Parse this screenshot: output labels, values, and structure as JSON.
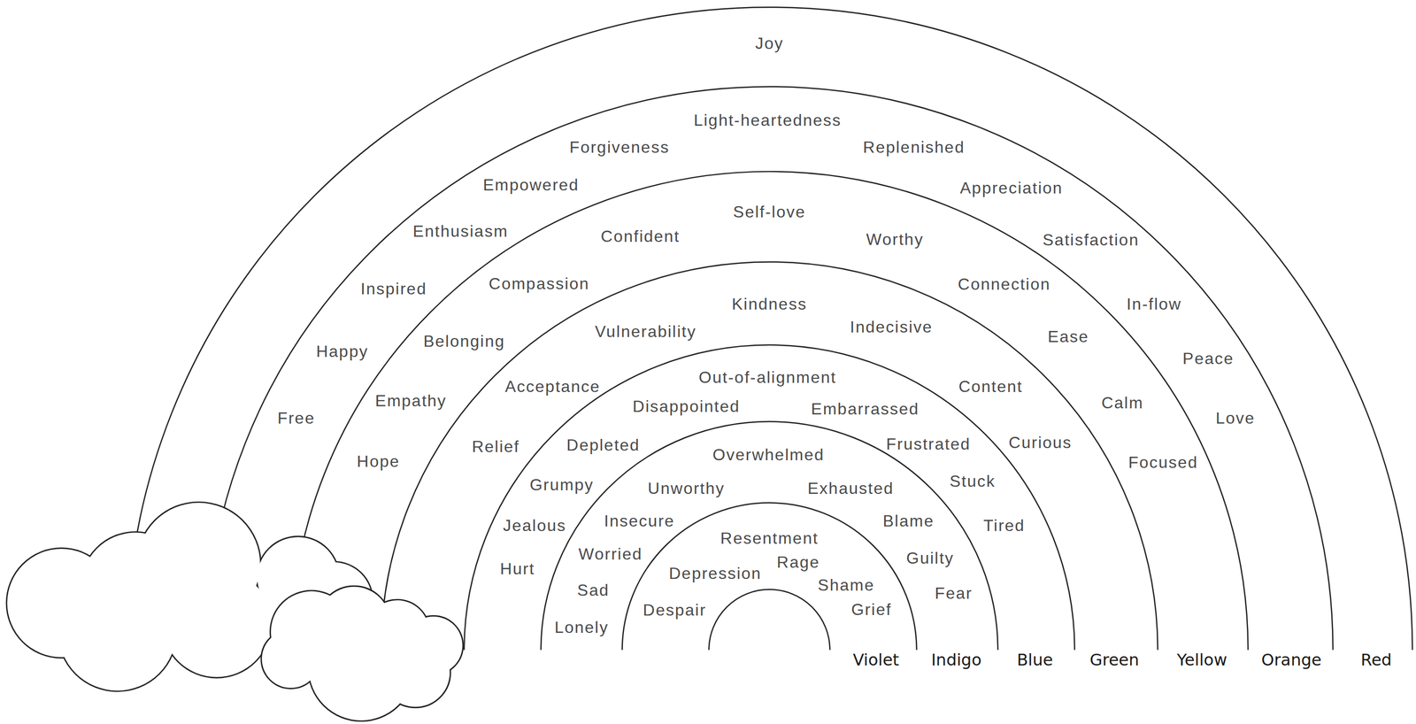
{
  "diagram": {
    "nodes": [
      {
        "text": [
          "Violet",
          "Resentment",
          "Depression",
          "Rage",
          "Shame",
          "Despair",
          "Grief"
        ]
      },
      {
        "text": [
          "Indigo",
          "Overwhelmed",
          "Unworthy",
          "Exhausted",
          "Insecure",
          "Blame",
          "Worried",
          "Guilty",
          "Sad",
          "Fear",
          "Lonely"
        ]
      },
      {
        "text": [
          "Blue",
          "Out-of-alignment",
          "Disappointed",
          "Embarrassed",
          "Depleted",
          "Frustrated",
          "Grumpy",
          "Stuck",
          "Jealous",
          "Tired",
          "Hurt"
        ]
      },
      {
        "text": [
          "Green",
          "Kindness",
          "Vulnerability",
          "Indecisive",
          "Acceptance",
          "Content",
          "Relief",
          "Curious"
        ]
      },
      {
        "text": [
          "Yellow",
          "Self-love",
          "Confident",
          "Worthy",
          "Compassion",
          "Connection",
          "Belonging",
          "Ease",
          "Empathy",
          "Calm",
          "Hope",
          "Focused"
        ]
      },
      {
        "text": [
          "Orange",
          "Light-heartedness",
          "Forgiveness",
          "Replenished",
          "Empowered",
          "Appreciation",
          "Enthusiasm",
          "Satisfaction",
          "Inspired",
          "In-flow",
          "Happy",
          "Peace",
          "Free",
          "Love"
        ]
      },
      {
        "text": [
          "Red",
          "Joy"
        ]
      }
    ]
  }
}
